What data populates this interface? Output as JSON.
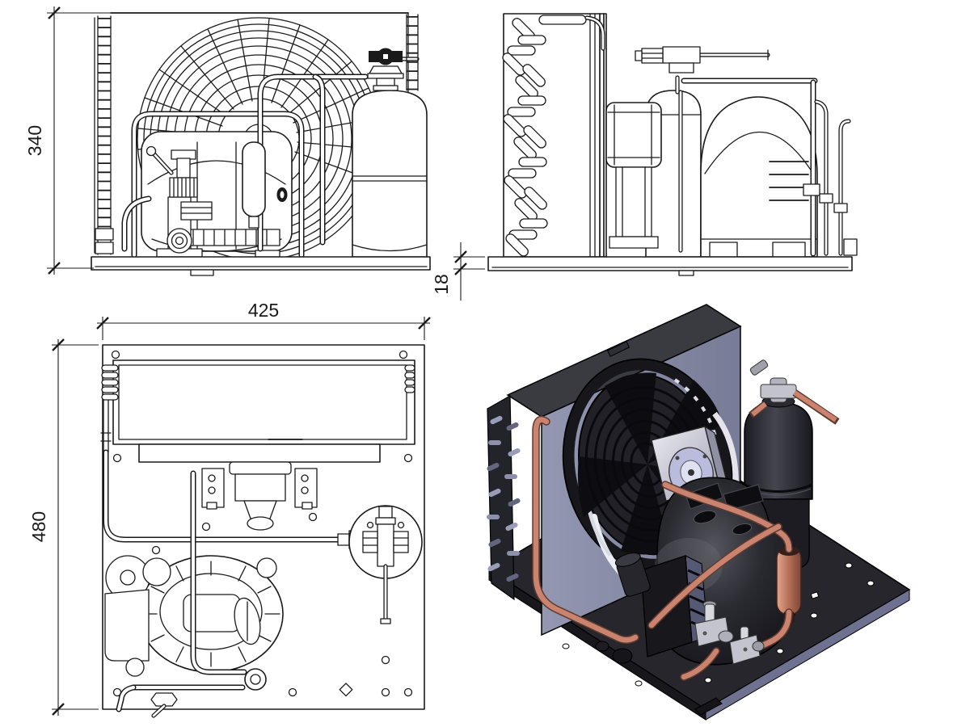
{
  "page": {
    "background": "#ffffff"
  },
  "drawing": {
    "type": "cad-multiview-technical-drawing",
    "subject": "refrigeration-condensing-unit",
    "dimensions": {
      "front_height": {
        "value": "340",
        "orientation": "vertical",
        "view": "front-view"
      },
      "base_plate_height": {
        "value": "18",
        "orientation": "vertical",
        "view": "side-view"
      },
      "base_width": {
        "value": "425",
        "orientation": "horizontal",
        "view": "top-view"
      },
      "base_depth": {
        "value": "480",
        "orientation": "vertical",
        "view": "top-view"
      }
    },
    "palette": {
      "line": "#1a1a1a",
      "paper": "#ffffff",
      "iso_dark_body": "#1f1f25",
      "iso_panel_slate": "#8d90ab",
      "iso_copper_pipe": "#c9836f",
      "iso_motor_lavender": "#c3c6e2",
      "iso_valve_gray": "#c3c4cd"
    }
  }
}
